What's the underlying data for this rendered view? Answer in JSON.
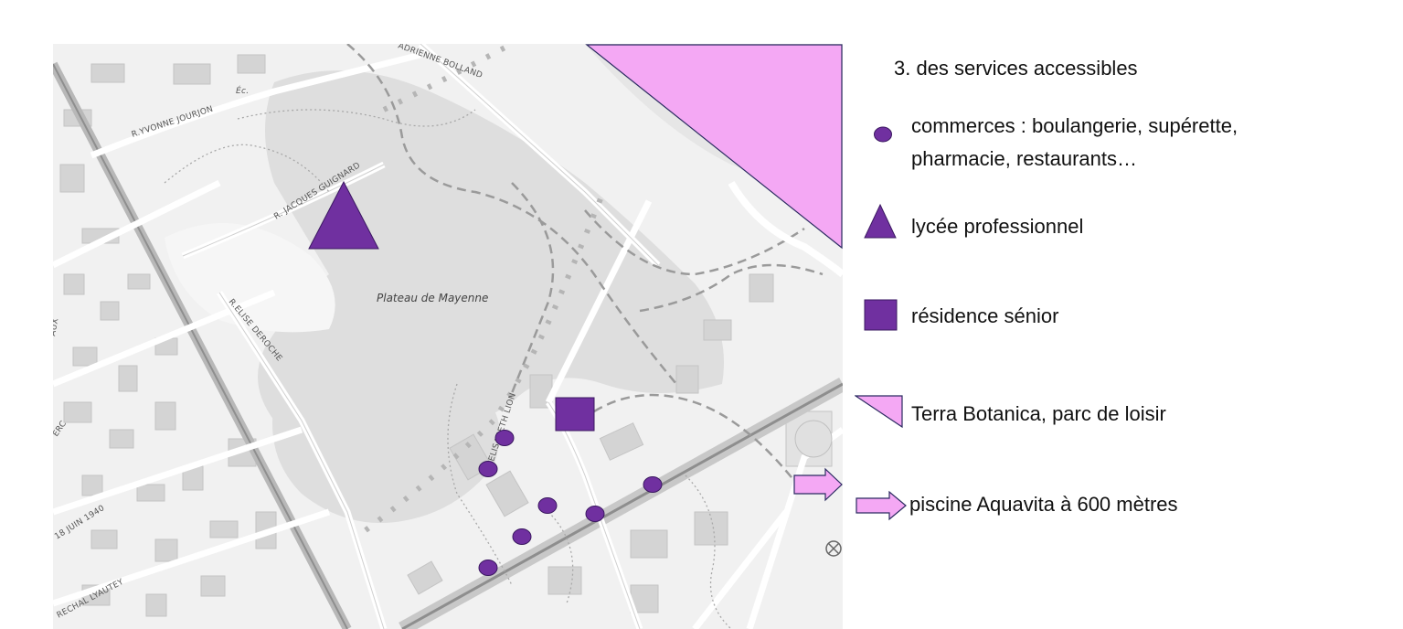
{
  "legend": {
    "title": "3. des services accessibles",
    "items": [
      {
        "symbol": "circle-icon",
        "line1": "commerces : boulangerie, supérette,",
        "line2": "pharmacie, restaurants…"
      },
      {
        "symbol": "triangle-icon",
        "label": "lycée professionnel"
      },
      {
        "symbol": "square-icon",
        "label": "résidence sénior"
      },
      {
        "symbol": "right-triangle-icon",
        "label": "Terra Botanica, parc de loisir"
      },
      {
        "symbol": "arrow-icon",
        "label": "piscine Aquavita à 600 mètres"
      }
    ]
  },
  "map": {
    "place_labels": {
      "plateau": "Plateau de Mayenne",
      "ec": "Éc.",
      "jourjon": "R.YVONNE JOURJON",
      "guignard": "R. JACQUES GUIGNARD",
      "bolland": "ADRIENNE BOLLAND",
      "deroche": "R.ELISE DEROCHE",
      "lion": "ELISABETH LION",
      "juin": "18 JUIN 1940",
      "lyautey": "RECHAL LYAUTEY",
      "erc": "ERC",
      "aux": "AUX"
    }
  },
  "colors": {
    "marker_purple": "#7030a0",
    "park_pink": "#f4a8f4",
    "map_bg": "#efefef",
    "wood_grey": "#dcdcdc"
  }
}
